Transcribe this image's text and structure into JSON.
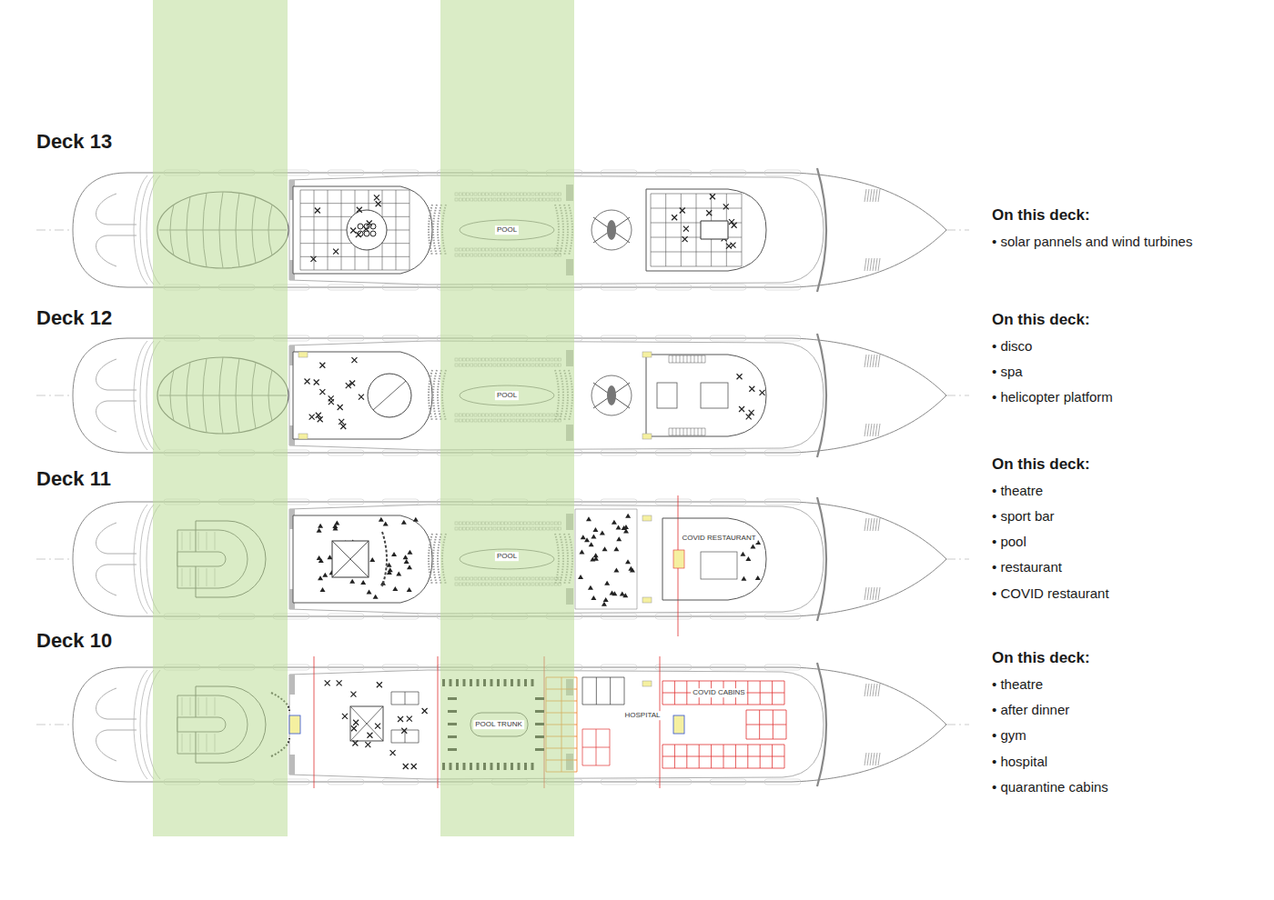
{
  "diagram": {
    "labels": [
      "Deck 13",
      "On this deck:",
      "• solar pannels and wind turbines",
      "POOL",
      "Deck 12",
      "On this deck:",
      "• disco",
      "• spa",
      "• helicopter platform",
      "POOL",
      "Deck 11",
      "On this deck:",
      "• theatre",
      "• sport bar",
      "• pool",
      "• restaurant",
      "• COVID restaurant",
      "POOL",
      "COVID RESTAURANT",
      "Deck 10",
      "On this deck:",
      "• theatre",
      "• after dinner",
      "• gym",
      "• hospital",
      "• quarantine cabins",
      "POOL TRUNK",
      "HOSPITAL",
      "COVID CABINS"
    ]
  }
}
